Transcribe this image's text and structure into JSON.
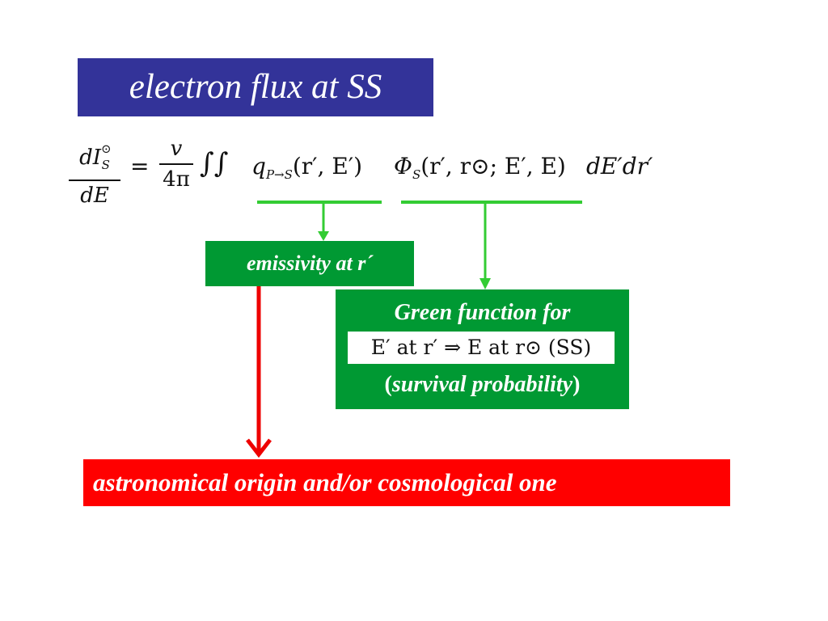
{
  "title": "electron flux at SS",
  "equation": {
    "lhs_numerator": "dI",
    "lhs_num_sub": "S",
    "lhs_num_sup": "⊙",
    "lhs_denominator": "dE",
    "equals": "=",
    "coef_numerator": "v",
    "coef_denominator": "4π",
    "integrals": "∫∫",
    "emissivity_term": "q",
    "emissivity_sub": "P→S",
    "emissivity_args": "(r′, E′)",
    "green_term": "Φ",
    "green_sub": "S",
    "green_args": "(r′, r⊙; E′, E)",
    "differentials": "dE′dr′"
  },
  "emissivity_label": "emissivity at  r´",
  "green_box": {
    "heading": "Green  function  for",
    "formula": "E′ at r′  ⇒ E at r⊙ (SS)",
    "survival_open": "(",
    "survival_text": "survival probability",
    "survival_close": ")"
  },
  "origin_label": "astronomical  origin and/or cosmological  one",
  "colors": {
    "title_bg": "#333399",
    "green_bg": "#009933",
    "connector_green": "#33cc33",
    "origin_bg": "#ff0000",
    "arrow_red": "#ee0000"
  }
}
